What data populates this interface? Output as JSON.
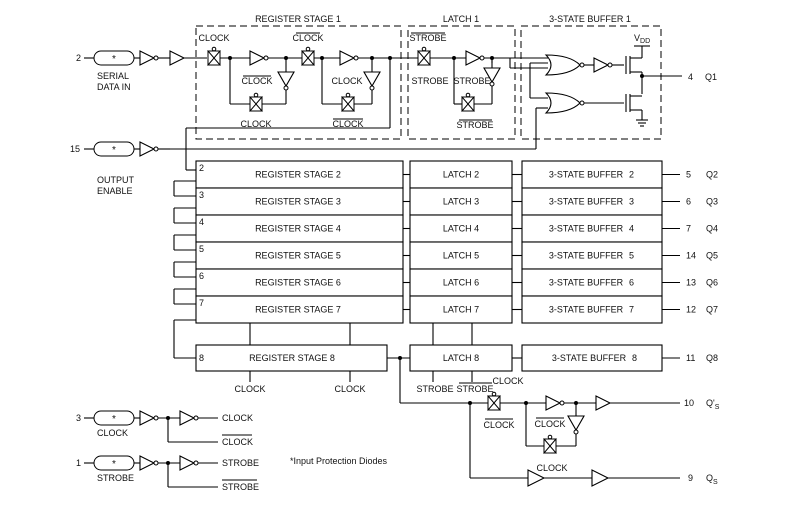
{
  "top_sections": {
    "register_stage_1": "REGISTER STAGE 1",
    "latch_1": "LATCH 1",
    "buffer_1": "3-STATE BUFFER 1"
  },
  "inputs": {
    "serial_pin": "2",
    "serial_label_1": "SERIAL",
    "serial_label_2": "DATA IN",
    "oe_pin": "15",
    "oe_label_1": "OUTPUT",
    "oe_label_2": "ENABLE",
    "clock_pin": "3",
    "clock_label": "CLOCK",
    "strobe_pin": "1",
    "strobe_label": "STROBE",
    "diode_mark": "*"
  },
  "signals": {
    "clock": "CLOCK",
    "strobe": "STROBE",
    "vdd": "V",
    "vdd_sub": "DD"
  },
  "outputs": {
    "q1_pin": "4",
    "q1": "Q1",
    "qprime_pin": "10",
    "qprime": "Q'",
    "qprime_sub": "S",
    "qs_pin": "9",
    "qs": "Q",
    "qs_sub": "S"
  },
  "stages": [
    {
      "num": "2",
      "register": "REGISTER STAGE 2",
      "latch": "LATCH 2",
      "buffer": "3-STATE BUFFER",
      "buffer_num": "2",
      "pin": "5",
      "q": "Q2"
    },
    {
      "num": "3",
      "register": "REGISTER STAGE 3",
      "latch": "LATCH 3",
      "buffer": "3-STATE BUFFER",
      "buffer_num": "3",
      "pin": "6",
      "q": "Q3"
    },
    {
      "num": "4",
      "register": "REGISTER STAGE 4",
      "latch": "LATCH 4",
      "buffer": "3-STATE BUFFER",
      "buffer_num": "4",
      "pin": "7",
      "q": "Q4"
    },
    {
      "num": "5",
      "register": "REGISTER STAGE 5",
      "latch": "LATCH 5",
      "buffer": "3-STATE BUFFER",
      "buffer_num": "5",
      "pin": "14",
      "q": "Q5"
    },
    {
      "num": "6",
      "register": "REGISTER STAGE 6",
      "latch": "LATCH 6",
      "buffer": "3-STATE BUFFER",
      "buffer_num": "6",
      "pin": "13",
      "q": "Q6"
    },
    {
      "num": "7",
      "register": "REGISTER STAGE 7",
      "latch": "LATCH 7",
      "buffer": "3-STATE BUFFER",
      "buffer_num": "7",
      "pin": "12",
      "q": "Q7"
    }
  ],
  "stage8": {
    "num": "8",
    "register": "REGISTER STAGE 8",
    "latch": "LATCH 8",
    "buffer": "3-STATE BUFFER",
    "buffer_num": "8",
    "pin": "11",
    "q": "Q8"
  },
  "footnote": "*Input Protection Diodes"
}
